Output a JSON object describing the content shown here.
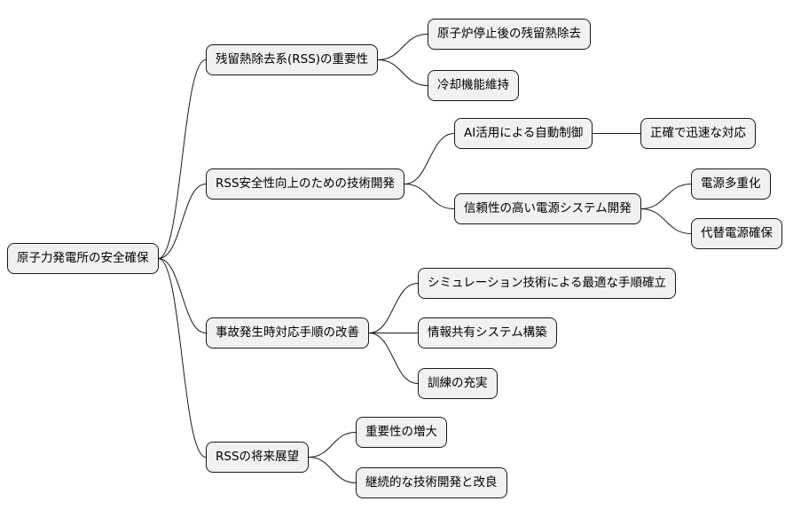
{
  "mindmap": {
    "root": "原子力発電所の安全確保",
    "branches": [
      {
        "label": "残留熱除去系(RSS)の重要性",
        "children": [
          {
            "label": "原子炉停止後の残留熱除去"
          },
          {
            "label": "冷却機能維持"
          }
        ]
      },
      {
        "label": "RSS安全性向上のための技術開発",
        "children": [
          {
            "label": "AI活用による自動制御",
            "children": [
              {
                "label": "正確で迅速な対応"
              }
            ]
          },
          {
            "label": "信頼性の高い電源システム開発",
            "children": [
              {
                "label": "電源多重化"
              },
              {
                "label": "代替電源確保"
              }
            ]
          }
        ]
      },
      {
        "label": "事故発生時対応手順の改善",
        "children": [
          {
            "label": "シミュレーション技術による最適な手順確立"
          },
          {
            "label": "情報共有システム構築"
          },
          {
            "label": "訓練の充実"
          }
        ]
      },
      {
        "label": "RSSの将来展望",
        "children": [
          {
            "label": "重要性の増大"
          },
          {
            "label": "継続的な技術開発と改良"
          }
        ]
      }
    ]
  },
  "colors": {
    "node_fill": "#f1f1f1",
    "node_border": "#181818",
    "edge": "#181818",
    "text": "#000000",
    "background": "#ffffff"
  }
}
